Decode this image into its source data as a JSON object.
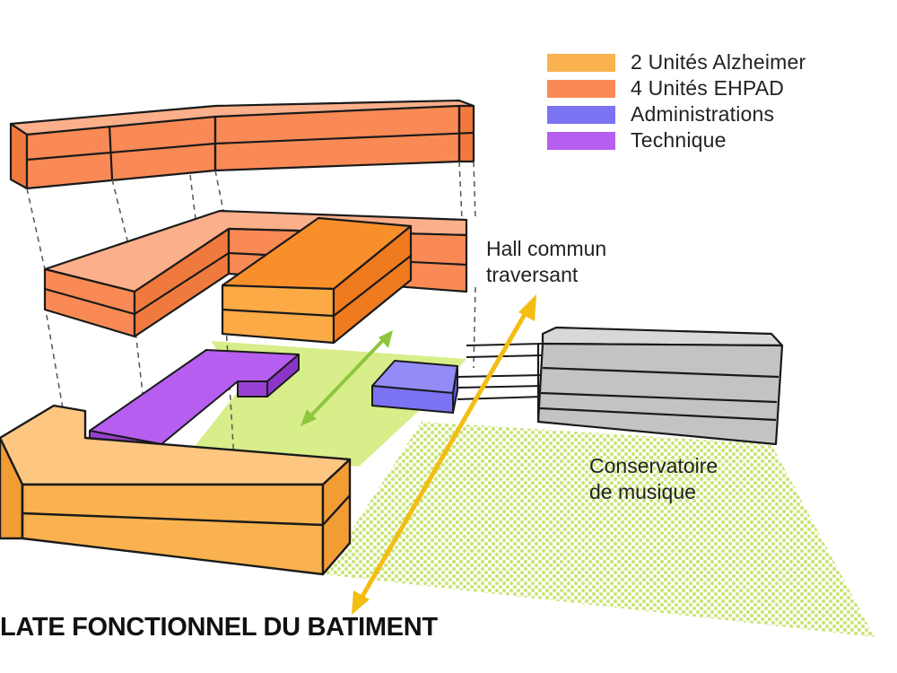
{
  "legend": {
    "items": [
      {
        "label": "2 Unités Alzheimer",
        "color": "#f9b24f"
      },
      {
        "label": "4 Unités EHPAD",
        "color": "#f98a55"
      },
      {
        "label": "Administrations",
        "color": "#7b73f2"
      },
      {
        "label": "Technique",
        "color": "#b65ef0"
      }
    ]
  },
  "callouts": {
    "hall": {
      "line1": "Hall commun",
      "line2": "traversant"
    },
    "conservatoire": {
      "line1": "Conservatoire",
      "line2": "de musique"
    }
  },
  "title": "LATE FONCTIONNEL DU BATIMENT",
  "colors": {
    "alzheimer": "#f9b24f",
    "ehpad": "#f98a55",
    "ehpad_dark": "#f0722e",
    "administrations": "#7b73f2",
    "technique": "#b65ef0",
    "hall_ground": "#d8ee8a",
    "conservatoire": "#b9b9b9",
    "arrow_yellow": "#f3bd12",
    "arrow_green": "#8ec63f"
  }
}
